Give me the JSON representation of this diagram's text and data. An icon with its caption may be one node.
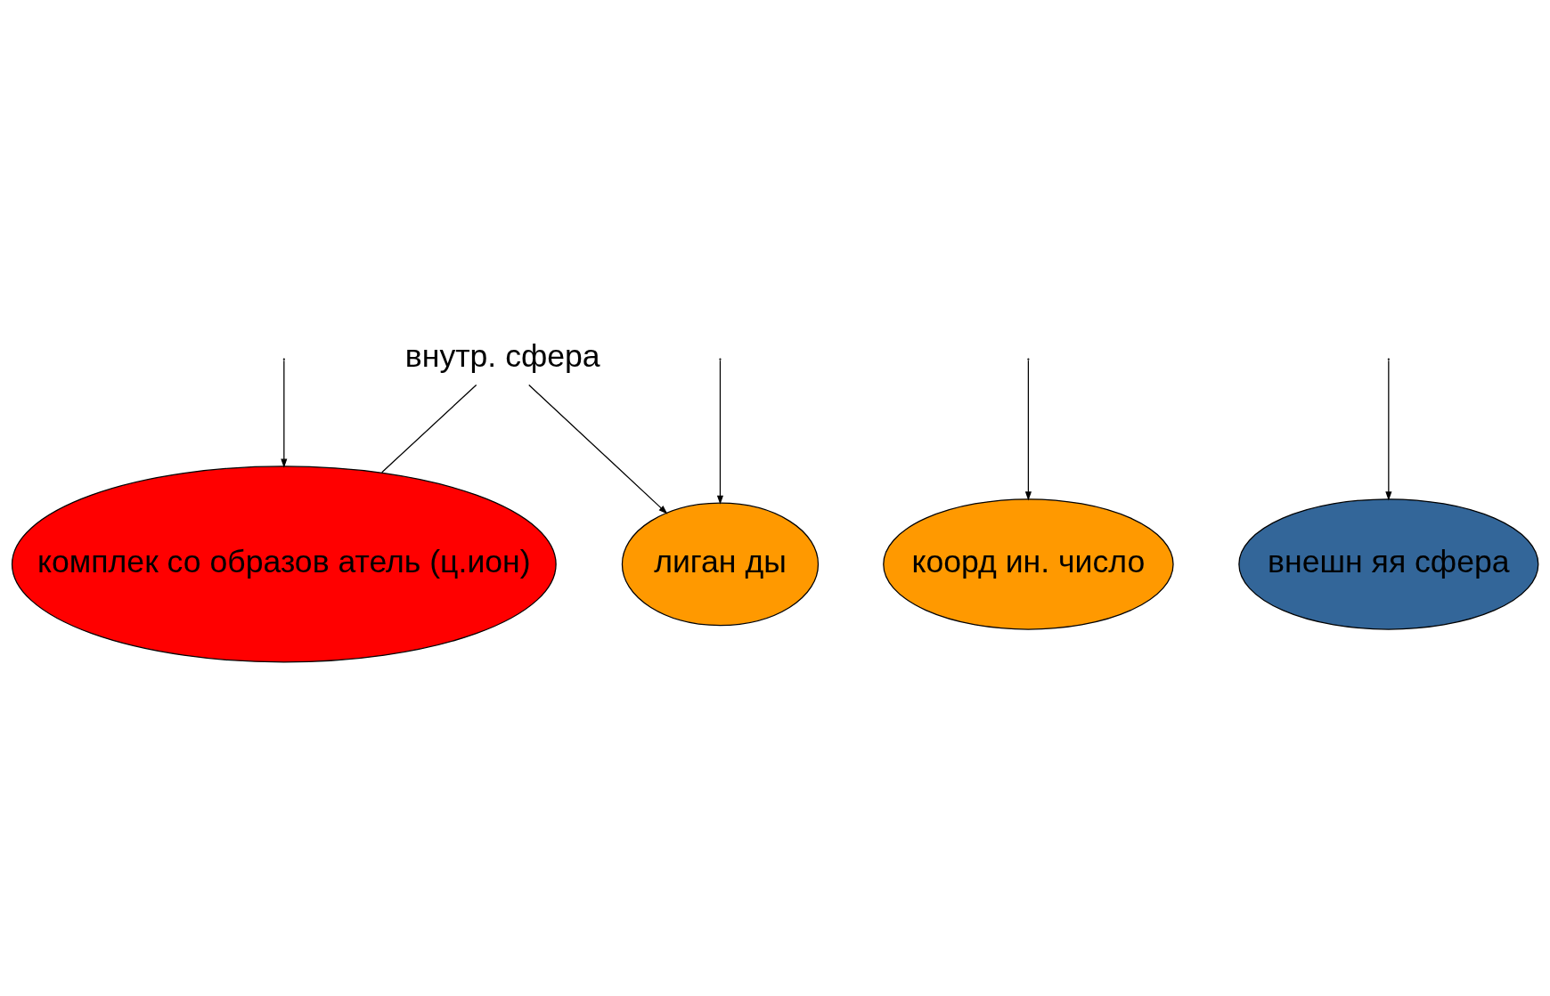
{
  "diagram": {
    "nodes": [
      {
        "text": [
          "комплек со образов атель (ц.ион)"
        ]
      },
      {
        "text": [
          "лиган ды"
        ]
      },
      {
        "text": [
          "коорд ин. число"
        ]
      },
      {
        "text": [
          "внешн яя сфера"
        ]
      },
      {
        "text": [
          "внутр. сфера"
        ]
      }
    ],
    "edges": [
      {
        "from": null,
        "to": 0,
        "arrow": "to"
      },
      {
        "from": null,
        "to": 1,
        "arrow": "to"
      },
      {
        "from": null,
        "to": 2,
        "arrow": "to"
      },
      {
        "from": null,
        "to": 3,
        "arrow": "to"
      },
      {
        "from": 4,
        "to": 0,
        "arrow": "none"
      },
      {
        "from": 4,
        "to": 1,
        "arrow": "to"
      }
    ]
  }
}
